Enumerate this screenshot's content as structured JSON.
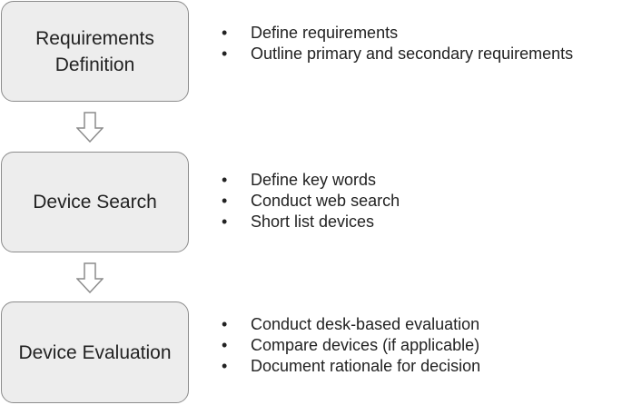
{
  "steps": [
    {
      "label": "Requirements Definition",
      "bullets": [
        "Define requirements",
        "Outline primary and secondary requirements"
      ]
    },
    {
      "label": "Device Search",
      "bullets": [
        "Define key words",
        "Conduct web search",
        "Short list devices"
      ]
    },
    {
      "label": "Device Evaluation",
      "bullets": [
        "Conduct desk-based evaluation",
        "Compare devices (if applicable)",
        "Document rationale for decision"
      ]
    }
  ],
  "bullet_symbol": "•",
  "colors": {
    "box_fill": "#ededed",
    "box_border": "#8c8c8c",
    "arrow_stroke": "#8c8c8c",
    "arrow_fill": "#ffffff",
    "text": "#222222"
  },
  "icons": {
    "arrow": "down-arrow-icon"
  }
}
